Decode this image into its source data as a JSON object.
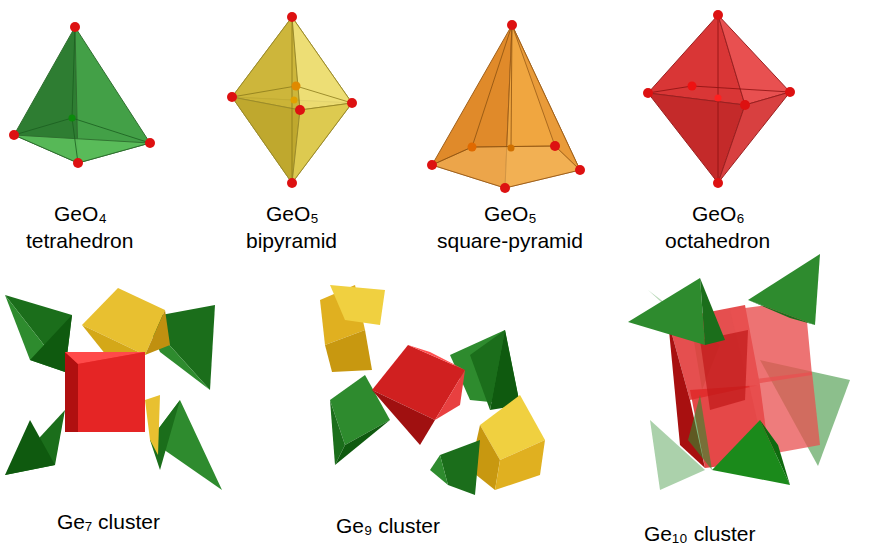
{
  "diagram": {
    "labels": [
      "GeO₄",
      "tetrahedron",
      "GeO₅",
      "bipyramid",
      "GeO₅",
      "square-pyramid",
      "GeO₆",
      "octahedron",
      "Ge₇ cluster",
      "Ge₉ cluster",
      "Ge₁₀ cluster"
    ]
  }
}
